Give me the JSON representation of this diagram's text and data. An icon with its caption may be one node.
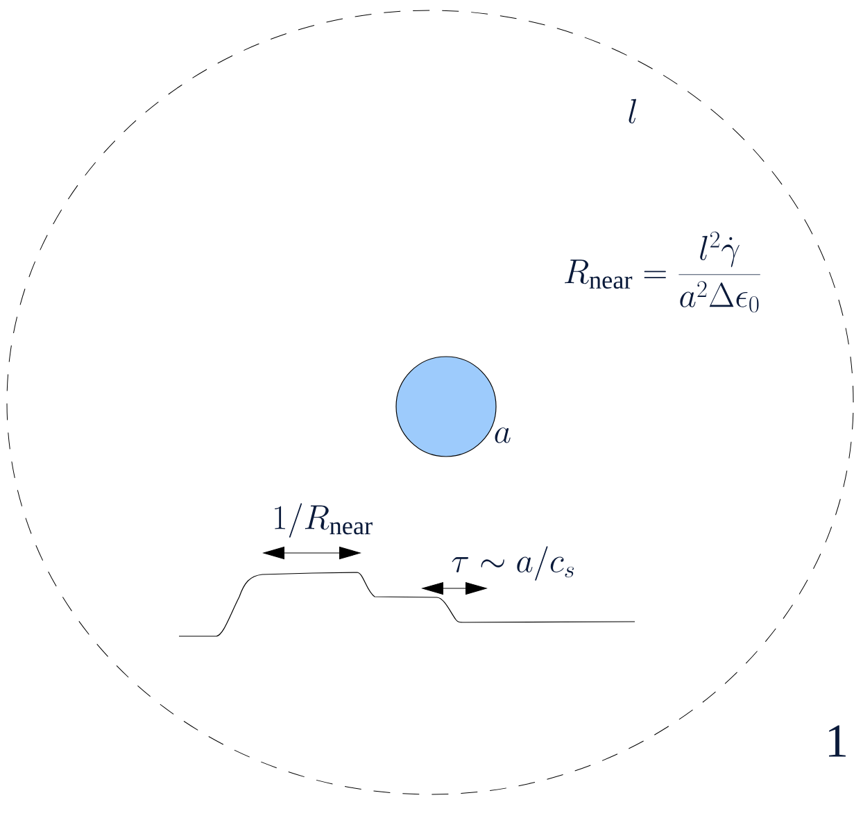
{
  "diagram": {
    "nodes": [
      {
        "text": [],
        "shape": "circle"
      },
      {
        "text": [],
        "shape": "circle",
        "in": 0,
        "beside": [
          "a"
        ]
      }
    ],
    "labels": [
      "l",
      "R_{\\mathrm{near}}=\\frac{l^{2}\\dot{\\gamma}}{a^{2}\\Delta\\epsilon_{0}}",
      "1/R_{\\mathrm{near}}",
      "\\tau\\sim a/c_{s}",
      "1"
    ]
  }
}
